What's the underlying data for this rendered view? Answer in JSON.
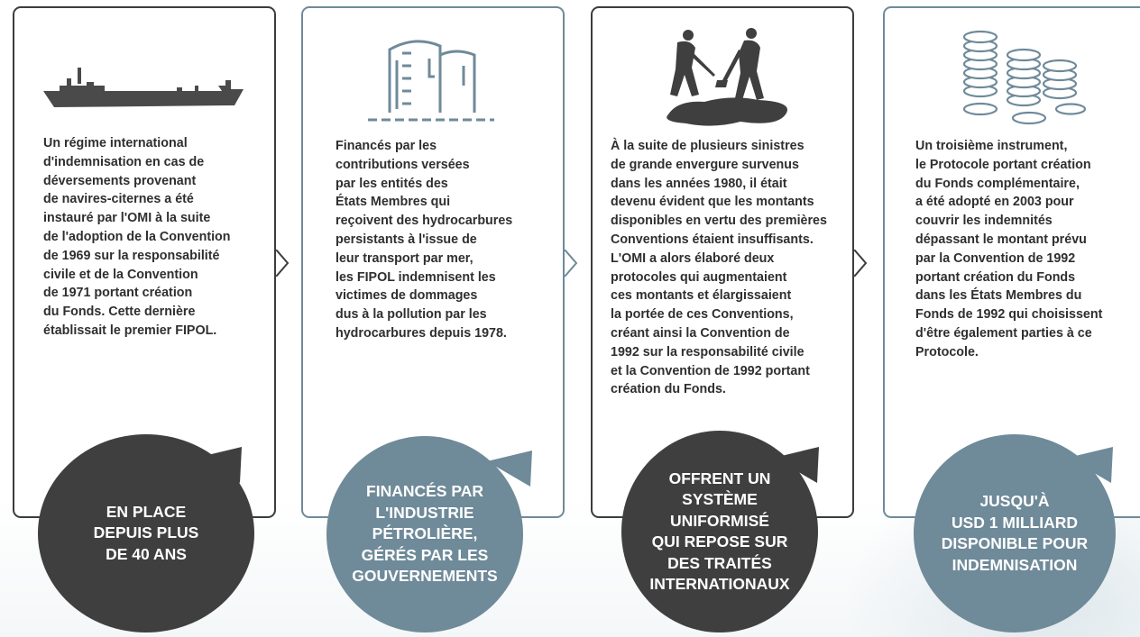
{
  "colors": {
    "dark": "#3f3f3f",
    "steel": "#6f8a99",
    "text": "#2f2f2f"
  },
  "panels": [
    {
      "icon": "oil-tanker-icon",
      "text": "Un régime international\nd'indemnisation en cas de\ndéversements provenant\nde navires-citernes a été\ninstauré par l'OMI à la suite\nde l'adoption de la Convention\nde 1969 sur la responsabilité\ncivile et de la Convention\nde 1971 portant création\ndu Fonds. Cette dernière\nétablissait le premier FIPOL.",
      "badge": "EN PLACE\nDEPUIS PLUS\nDE 40 ANS"
    },
    {
      "icon": "oil-storage-tanks-icon",
      "text": "Financés par les\ncontributions versées\npar les entités des\nÉtats Membres qui\nreçoivent des hydrocarbures\npersistants à l'issue de\nleur transport par mer,\nles FIPOL indemnisent les\nvictimes de dommages\ndus à la pollution par les\nhydrocarbures depuis 1978.",
      "badge": "FINANCÉS PAR\nL'INDUSTRIE\nPÉTROLIÈRE,\nGÉRÉS PAR LES\nGOUVERNEMENTS"
    },
    {
      "icon": "oil-spill-cleanup-icon",
      "text": "À la suite de plusieurs sinistres\nde grande envergure survenus\ndans les années 1980, il était\ndevenu évident que les montants\ndisponibles en vertu des premières\nConventions étaient insuffisants.\nL'OMI a alors élaboré deux\nprotocoles qui augmentaient\nces montants et élargissaient\nla portée de ces Conventions,\ncréant ainsi la Convention de\n1992 sur la responsabilité civile\net la Convention de 1992 portant\ncréation du Fonds.",
      "badge": "OFFRENT UN\nSYSTÈME\nUNIFORMISÉ\nQUI REPOSE SUR\nDES TRAITÉS\nINTERNATIONAUX"
    },
    {
      "icon": "coin-stacks-icon",
      "text": "Un troisième instrument,\nle Protocole portant création\ndu Fonds complémentaire,\na été adopté en 2003 pour\ncouvrir les indemnités\ndépassant le montant prévu\npar la Convention de 1992\nportant création du Fonds\ndans les États Membres du\nFonds de 1992 qui choisissent\nd'être également parties à ce\nProtocole.",
      "badge": "JUSQU'À\nUSD 1 MILLIARD\nDISPONIBLE POUR\nINDEMNISATION"
    }
  ]
}
